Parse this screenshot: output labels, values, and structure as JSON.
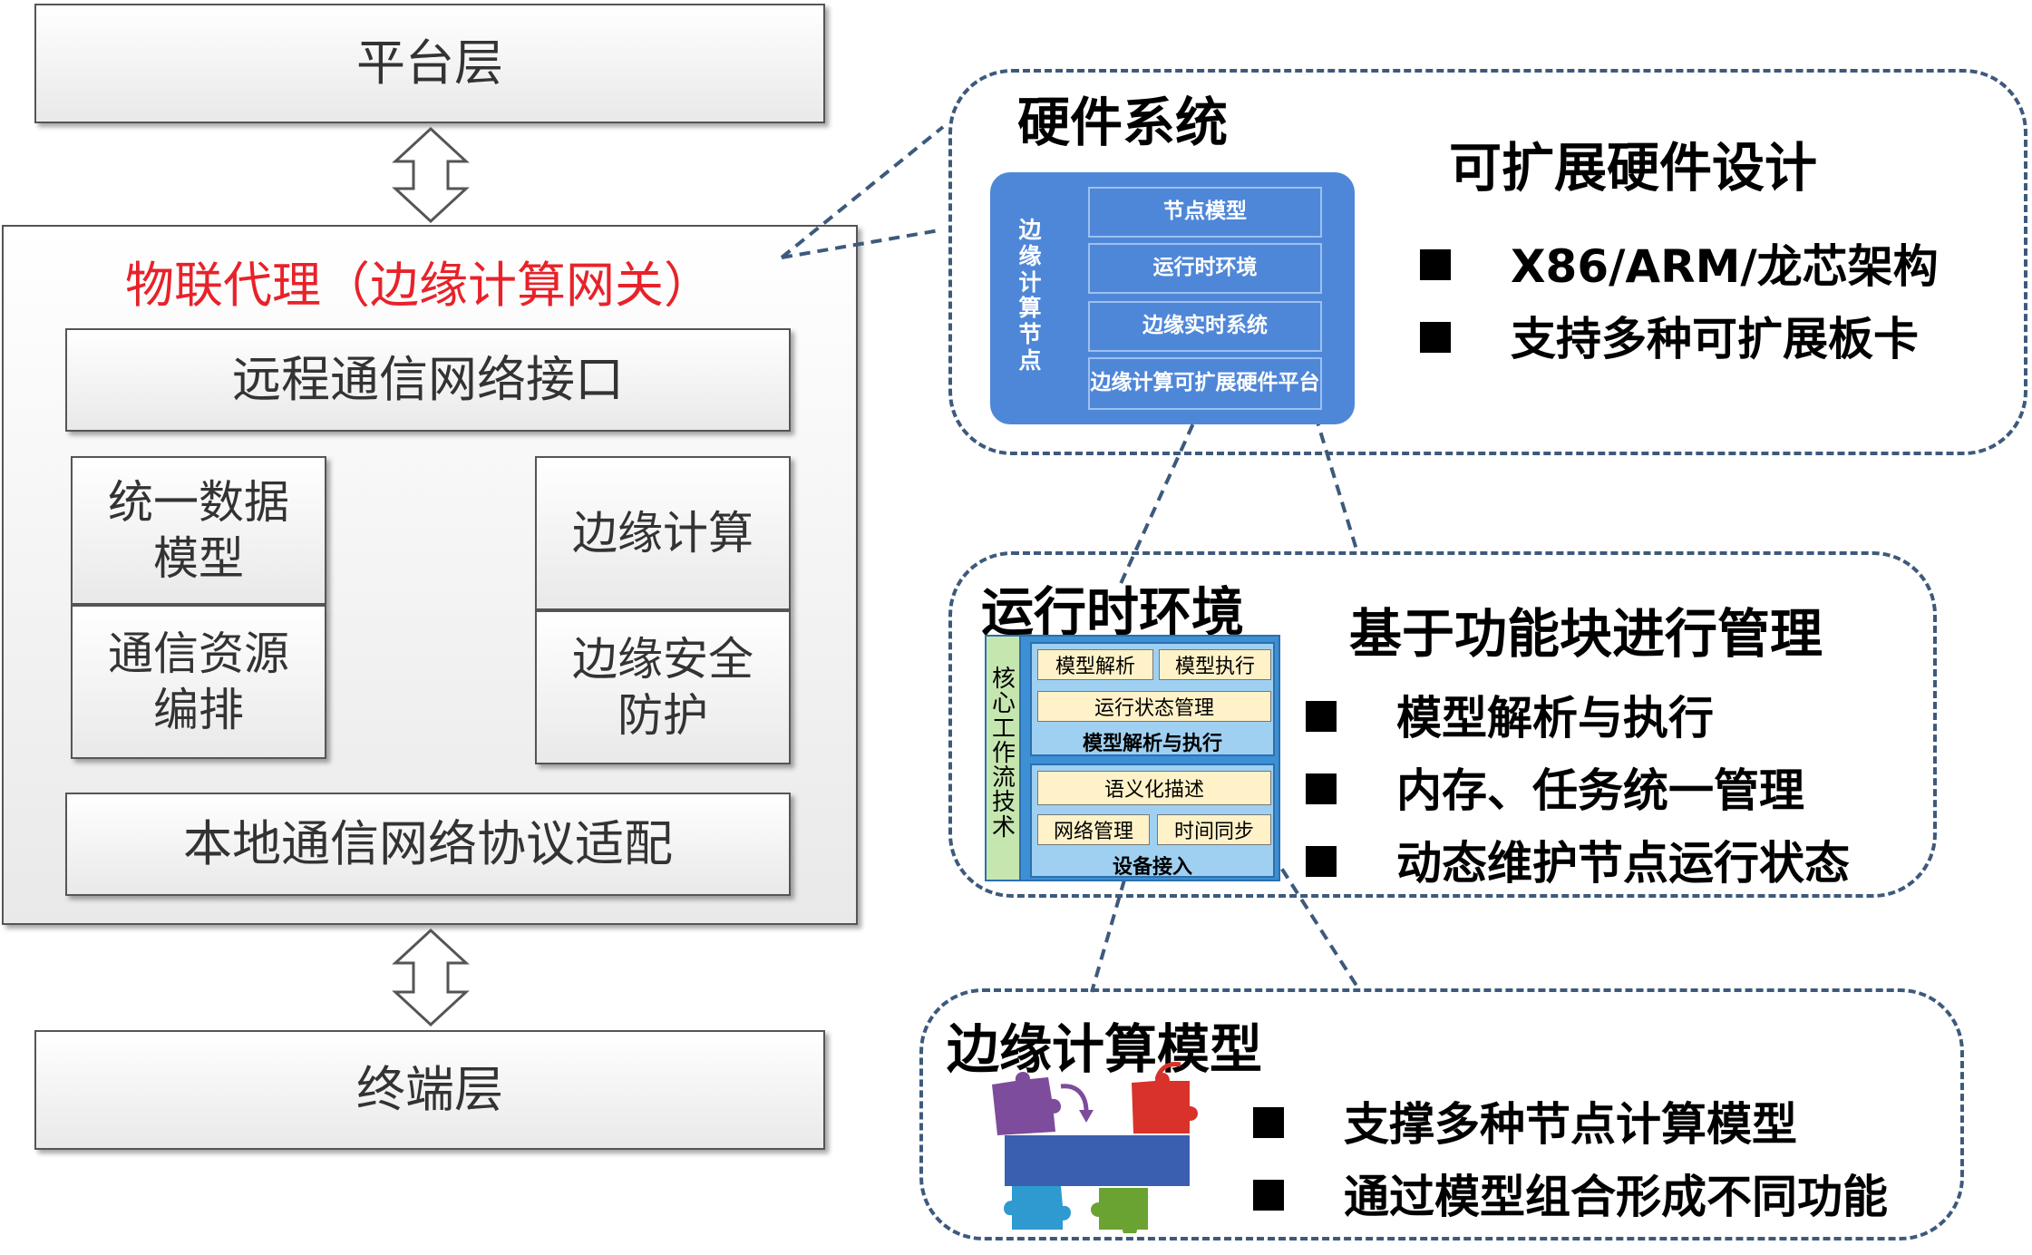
{
  "left": {
    "platform_layer": "平台层",
    "proxy_title": "物联代理（边缘计算网关）",
    "remote_interface": "远程通信网络接口",
    "data_model": "统一数据\n模型",
    "resource_orchestration": "通信资源\n编排",
    "edge_computing": "边缘计算",
    "edge_security": "边缘安全\n防护",
    "local_adapter": "本地通信网络协议适配",
    "terminal_layer": "终端层"
  },
  "hardware": {
    "heading": "硬件系统",
    "subheading": "可扩展硬件设计",
    "bullets": [
      "X86/ARM/龙芯架构",
      "支持多种可扩展板卡"
    ],
    "node_label": "边缘计算节点",
    "layers": [
      "节点模型",
      "运行时环境",
      "边缘实时系统",
      "边缘计算可扩展硬件平台"
    ]
  },
  "runtime": {
    "heading": "运行时环境",
    "subheading": "基于功能块进行管理",
    "bullets": [
      "模型解析与执行",
      "内存、任务统一管理",
      "动态维护节点运行状态"
    ],
    "side_label": "核心工作流技术",
    "top_cells": [
      "模型解析",
      "模型执行"
    ],
    "status_cell": "运行状态管理",
    "top_footer": "模型解析与执行",
    "semantic_cell": "语义化描述",
    "bottom_cells": [
      "网络管理",
      "时间同步"
    ],
    "bottom_footer": "设备接入"
  },
  "model": {
    "heading": "边缘计算模型",
    "bullets": [
      "支撑多种节点计算模型",
      "通过模型组合形成不同功能"
    ]
  },
  "colors": {
    "accent_red": "#e8222a",
    "dash_blue": "#3d5a7c",
    "hw_blue": "#4f87d8",
    "puzzle_purple": "#7d4c9c",
    "puzzle_red": "#d8322b",
    "puzzle_cyan": "#2e9ad0",
    "puzzle_green": "#6aa332"
  }
}
